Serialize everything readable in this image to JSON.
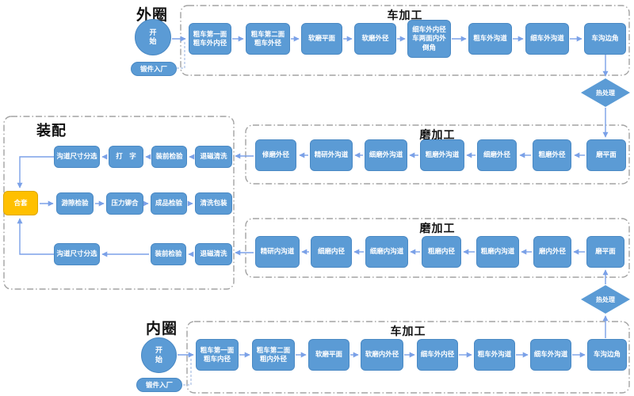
{
  "heat_treatment": "热处理",
  "colors": {
    "process_blue": "#5b9bd5",
    "hub_orange": "#ffc000",
    "connector_blue": "#7ba1e8",
    "container_dash_gray": "#a3a3a3"
  },
  "outer": {
    "section_label": "外圈",
    "start_label": "开始",
    "intake_label": "锻件入厂",
    "turning_title": "车加工",
    "turning_steps": [
      "粗车第一面\n粗车外内径",
      "粗车第二面\n粗车外径",
      "软磨平面",
      "软磨外径",
      "细车外内径\n车两面内外\n倒角",
      "粗车外沟道",
      "细车外沟道",
      "车沟边角"
    ],
    "grinding_title": "磨加工",
    "grinding_steps": [
      "修磨外径",
      "精研外沟道",
      "细磨外沟道",
      "粗磨外沟道",
      "细磨外径",
      "粗磨外径",
      "磨平面"
    ]
  },
  "inner": {
    "section_label": "内圈",
    "start_label": "开始",
    "intake_label": "锻件入厂",
    "turning_title": "车加工",
    "turning_steps": [
      "粗车第一面\n粗车内径",
      "粗车第二面\n粗内外径",
      "软磨平面",
      "软磨内外径",
      "细车外内径",
      "粗车外沟道",
      "细车外沟道",
      "车沟边角"
    ],
    "grinding_title": "磨加工",
    "grinding_steps": [
      "精研内沟道",
      "细磨内径",
      "细磨内沟道",
      "粗磨内径",
      "粗磨内沟道",
      "磨内外径",
      "磨平面"
    ]
  },
  "assembly": {
    "section_label": "装配",
    "row1": [
      "沟道尺寸分选",
      "打　字",
      "装前检验",
      "退磁清洗"
    ],
    "hub": "合套",
    "row2": [
      "游隙检验",
      "压力铆合",
      "成品检验",
      "清洗包装"
    ],
    "row3": [
      "沟道尺寸分选",
      "装前检验",
      "退磁清洗"
    ]
  }
}
